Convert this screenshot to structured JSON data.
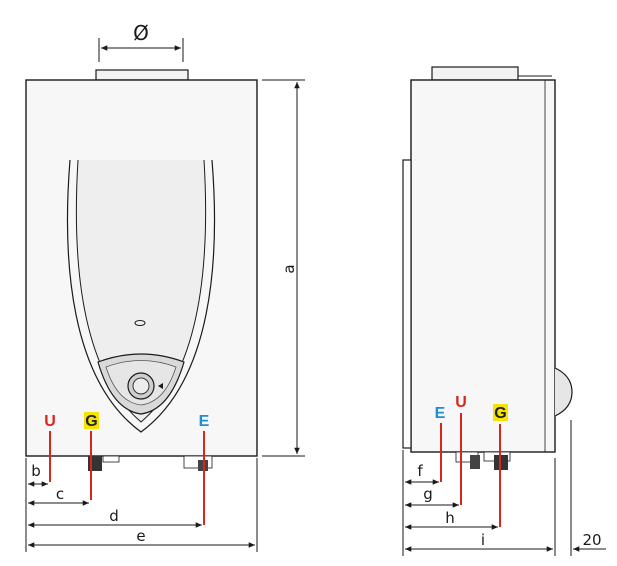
{
  "diagram": {
    "front_view": {
      "diameter_label": "Ø",
      "height_label": "a",
      "width_labels": {
        "b": "b",
        "c": "c",
        "d": "d",
        "e": "e"
      },
      "connections": {
        "U": {
          "label": "U",
          "color": "#d9261c"
        },
        "G": {
          "label": "G",
          "color": "#222222",
          "badge": "#f5e400"
        },
        "E": {
          "label": "E",
          "color": "#1f8fcf"
        }
      }
    },
    "side_view": {
      "depth_labels": {
        "f": "f",
        "g": "g",
        "h": "h",
        "i": "i"
      },
      "clearance_label": "20",
      "connections": {
        "E": {
          "label": "E",
          "color": "#1f8fcf"
        },
        "U": {
          "label": "U",
          "color": "#d9261c"
        },
        "G": {
          "label": "G",
          "color": "#222222",
          "badge": "#f5e400"
        }
      }
    },
    "colors": {
      "outline": "#1a1a1a",
      "panel_fill": "#f7f7f7",
      "red": "#d9261c",
      "blue": "#1f8fcf",
      "yellow": "#f5e400"
    }
  }
}
